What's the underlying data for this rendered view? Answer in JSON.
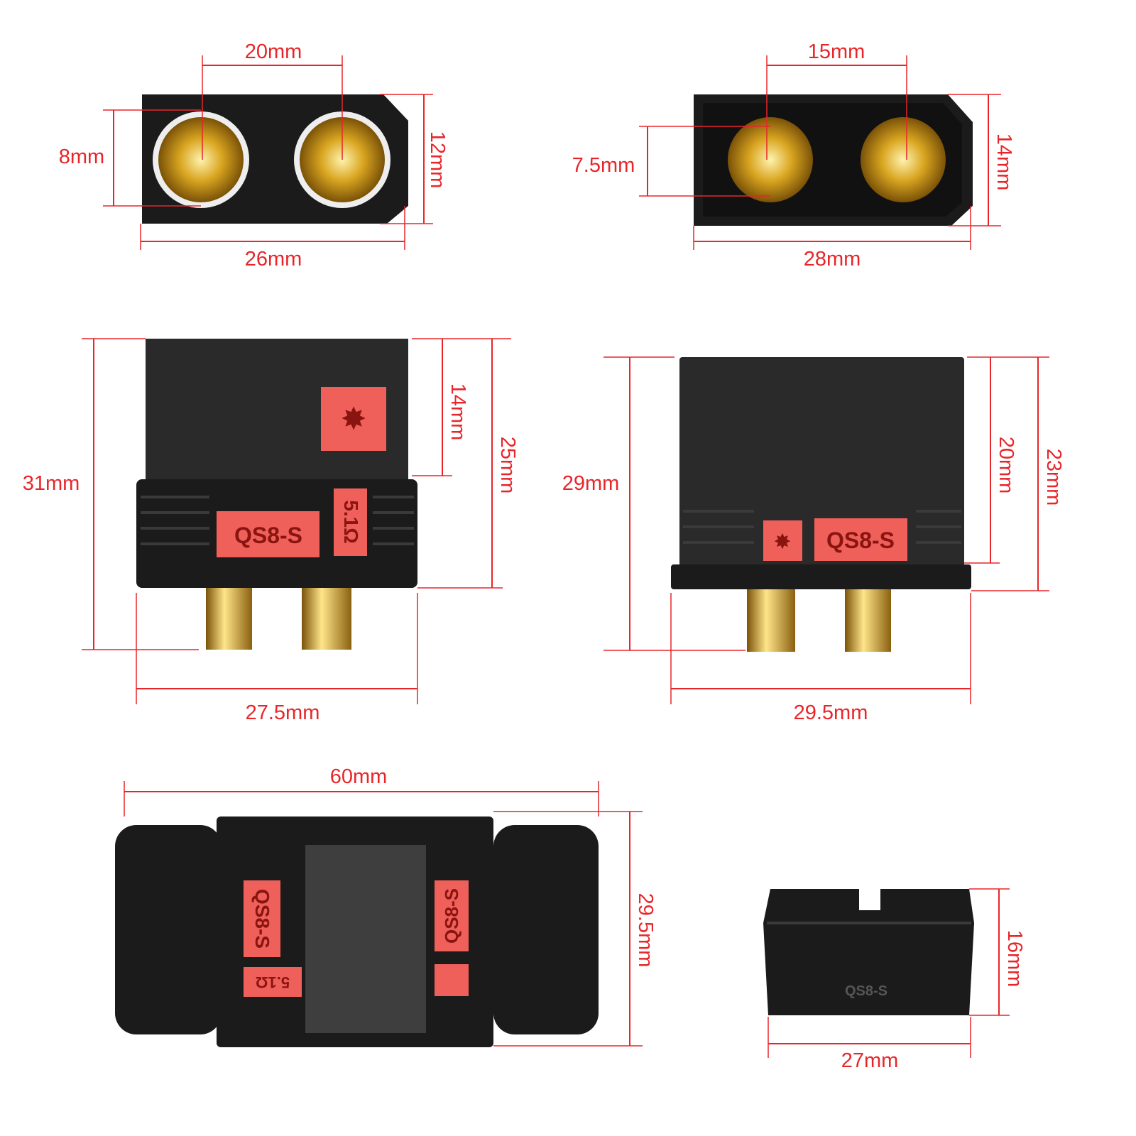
{
  "colors": {
    "dimension": "#e8262a",
    "housing": "#1b1b1b",
    "label_patch": "#f0605a",
    "contact": "#d9a520"
  },
  "panels": {
    "female_front": {
      "pitch": "20mm",
      "hole_height": "8mm",
      "height": "12mm",
      "width": "26mm"
    },
    "male_front": {
      "pitch": "15mm",
      "pin_height": "7.5mm",
      "height": "14mm",
      "width": "28mm"
    },
    "female_side": {
      "total_height": "31mm",
      "upper_height": "14mm",
      "body_height": "25mm",
      "width": "27.5mm",
      "model_label": "QS8-S",
      "resistor_label": "5.1Ω"
    },
    "male_side": {
      "total_height": "29mm",
      "upper_height": "20mm",
      "body_height": "23mm",
      "width": "29.5mm",
      "model_label": "QS8-S"
    },
    "mated_top": {
      "length": "60mm",
      "height": "29.5mm",
      "model_label": "QS8-S",
      "resistor_label": "5.1Ω"
    },
    "cap": {
      "height": "16mm",
      "width": "27mm",
      "model_label": "QS8-S"
    }
  }
}
